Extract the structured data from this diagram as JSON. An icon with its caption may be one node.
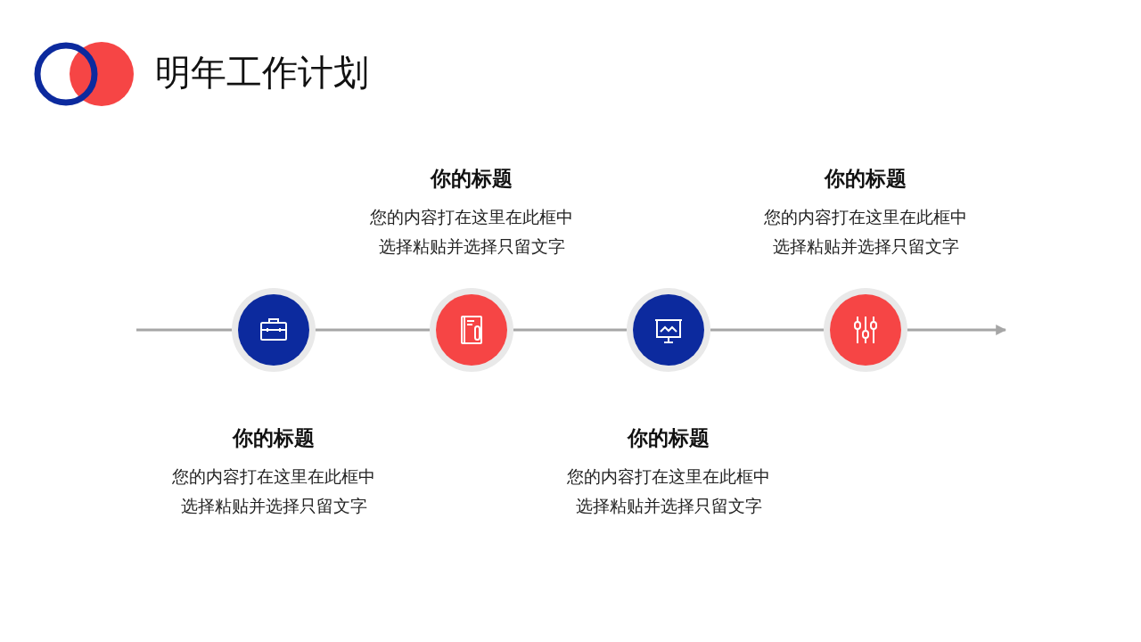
{
  "diagram": {
    "title": "明年工作计划",
    "nodes": [
      {
        "text": [],
        "shape": "circle",
        "beside": [
          "你的标题",
          "您的内容打在这里在此框中选择粘贴并选择只留文字"
        ]
      },
      {
        "text": [],
        "shape": "circle",
        "beside": [
          "你的标题",
          "您的内容打在这里在此框中选择粘贴并选择只留文字"
        ]
      },
      {
        "text": [],
        "shape": "circle",
        "beside": [
          "你的标题",
          "您的内容打在这里在此框中选择粘贴并选择只留文字"
        ]
      },
      {
        "text": [],
        "shape": "circle",
        "beside": [
          "你的标题",
          "您的内容打在这里在此框中选择粘贴并选择只留文字"
        ]
      }
    ],
    "edges": [
      {
        "from": null,
        "to": 0,
        "arrow": "none"
      },
      {
        "from": 0,
        "to": 1,
        "arrow": "none"
      },
      {
        "from": 1,
        "to": 2,
        "arrow": "none"
      },
      {
        "from": 2,
        "to": 3,
        "arrow": "none"
      },
      {
        "from": 3,
        "to": null,
        "arrow": "to"
      }
    ]
  }
}
